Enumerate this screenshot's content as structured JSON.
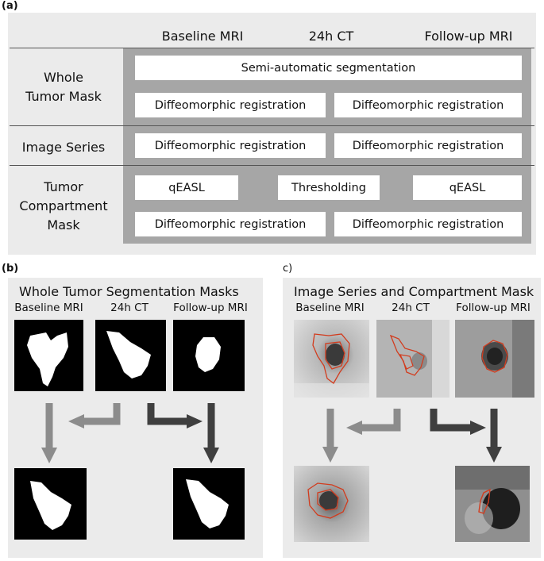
{
  "panel_a": {
    "label": "(a)",
    "columns": [
      "Baseline MRI",
      "24h CT",
      "Follow-up MRI"
    ],
    "rows": [
      "Whole Tumor Mask",
      "Image Series",
      "Tumor Compartment Mask"
    ],
    "row_lines": {
      "whole_1": "Whole",
      "whole_2": "Tumor Mask",
      "image_1": "Image Series",
      "comp_1": "Tumor",
      "comp_2": "Compartment",
      "comp_3": "Mask"
    },
    "boxes": {
      "semi": "Semi-automatic segmentation",
      "reg1": "Diffeomorphic registration",
      "reg2": "Diffeomorphic registration",
      "reg3": "Diffeomorphic registration",
      "reg4": "Diffeomorphic registration",
      "qeasl1": "qEASL",
      "thresh": "Thresholding",
      "qeasl2": "qEASL",
      "reg5": "Diffeomorphic registration",
      "reg6": "Diffeomorphic registration"
    }
  },
  "panel_b": {
    "label": "(b)",
    "title": "Whole Tumor Segmentation Masks",
    "image_labels": [
      "Baseline MRI",
      "24h CT",
      "Follow-up MRI"
    ]
  },
  "panel_c": {
    "label": "c)",
    "title": "Image Series and Compartment Mask",
    "image_labels": [
      "Baseline MRI",
      "24h CT",
      "Follow-up MRI"
    ]
  },
  "colors": {
    "panel_bg": "#ebebeb",
    "band_gray": "#a6a6a6",
    "arrow_light": "#8c8c8c",
    "arrow_dark": "#3f3f3f",
    "contour": "#d23c1e"
  }
}
